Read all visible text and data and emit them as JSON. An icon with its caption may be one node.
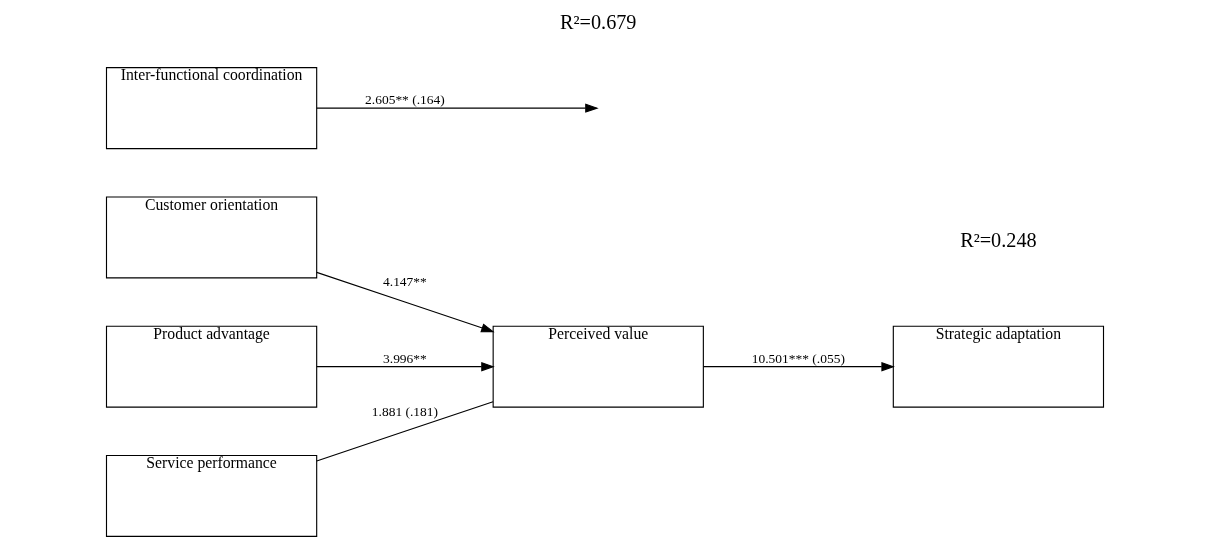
{
  "diagram": {
    "nodes": [
      {
        "text": [
          "Customer orientation"
        ]
      },
      {
        "text": [
          "Product advantage"
        ]
      },
      {
        "text": [
          "Service performance"
        ]
      },
      {
        "text": [
          "Perceived value"
        ]
      },
      {
        "text": [
          "Inter-functional coordination"
        ]
      },
      {
        "text": [
          "Strategic adaptation"
        ]
      }
    ],
    "edges": [
      {
        "from": 0,
        "to": 3,
        "arrow": "to",
        "label": "4.147**"
      },
      {
        "from": 1,
        "to": 3,
        "arrow": "to",
        "label": "3.996**"
      },
      {
        "from": 2,
        "to": 3,
        "arrow": "none",
        "label": "1.881 (.181)"
      },
      {
        "from": 3,
        "to": 5,
        "arrow": "to",
        "label": "10.501*** (.055)"
      },
      {
        "from": 4,
        "to": null,
        "arrow": "to",
        "label": "2.605** (.164)"
      }
    ],
    "labels": [
      "R²=0.679",
      "R²=0.248"
    ]
  }
}
